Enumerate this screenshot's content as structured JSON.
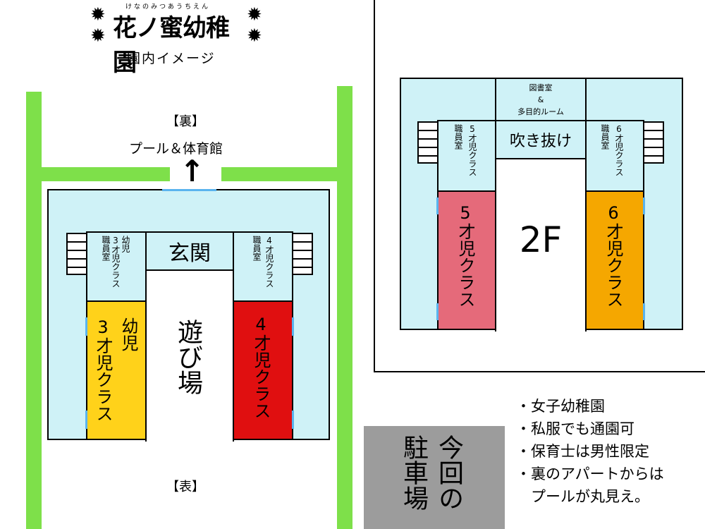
{
  "header": {
    "title_ruby": "けなのみつあうちえん",
    "title": "花ノ蜜幼稚園",
    "subtitle": "園内イメージ"
  },
  "floor1": {
    "back_label": "【裏】",
    "pool_gym": "プール＆体育館",
    "arrow": "↑",
    "entrance": "玄関",
    "left_staff": "幼児3才児クラス職員室",
    "left_staff_col1": "幼児",
    "left_staff_col2": "3才児クラス",
    "left_staff_col3": "職員室",
    "right_staff_col1": "4才児クラス",
    "right_staff_col2": "職員室",
    "class3_col1": "幼児",
    "class3_col2": "3才児クラス",
    "class4": "4才児クラス",
    "playground": "遊び場",
    "front_label": "【表】"
  },
  "floor2": {
    "library_line1": "図書室",
    "library_line2": "&",
    "library_line3": "多目的ルーム",
    "atrium": "吹き抜け",
    "left_staff_col1": "5才児クラス",
    "left_staff_col2": "職員室",
    "right_staff_col1": "6才児クラス",
    "right_staff_col2": "職員室",
    "class5": "5才児クラス",
    "class6": "6才児クラス",
    "floor_label": "2F"
  },
  "parking": {
    "col1": "今回の",
    "col2": "駐車場"
  },
  "notes": [
    "・女子幼稚園",
    "・私服でも通園可",
    "・保育士は男性限定",
    "・裏のアパートからは",
    "　プールが丸見え。"
  ],
  "colors": {
    "room": "#cff2f7",
    "wall_green": "#7ee04a",
    "class3": "#ffd21a",
    "class4": "#e00f10",
    "class5": "#e56a7a",
    "class6": "#f5a700",
    "door": "#5ab4ee",
    "parking": "#9c9c9c"
  }
}
